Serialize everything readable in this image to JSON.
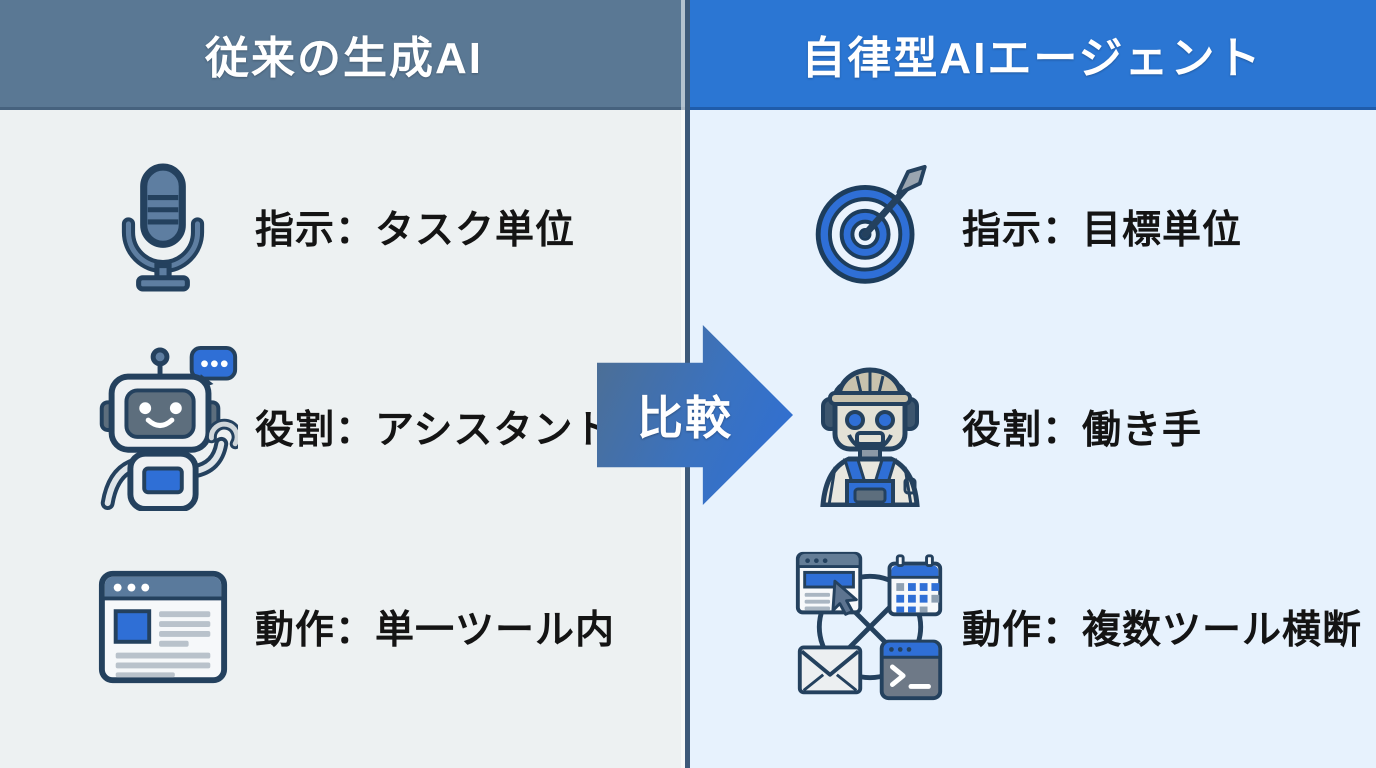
{
  "left_panel": {
    "header": "従来の生成AI",
    "rows": [
      {
        "icon": "microphone-icon",
        "label": "指示：タスク単位"
      },
      {
        "icon": "robot-assistant-icon",
        "label": "役割：アシスタント"
      },
      {
        "icon": "browser-window-icon",
        "label": "動作：単一ツール内"
      }
    ]
  },
  "right_panel": {
    "header": "自律型AIエージェント",
    "rows": [
      {
        "icon": "target-arrow-icon",
        "label": "指示：目標単位"
      },
      {
        "icon": "worker-robot-icon",
        "label": "役割：働き手"
      },
      {
        "icon": "multi-tool-network-icon",
        "label": "動作：複数ツール横断"
      }
    ]
  },
  "center": {
    "arrow_label": "比較"
  },
  "colors": {
    "left_header_bg": "#5a7894",
    "right_header_bg": "#2b76d3",
    "left_bg": "#edf1f2",
    "right_bg": "#e7f2fd",
    "divider": "#3e5a7a",
    "arrow_gradient_start": "#4e6e91",
    "arrow_gradient_end": "#2e6fd6",
    "accent_blue": "#2f6fd6",
    "outline_navy": "#24415e",
    "text_dark": "#141414"
  }
}
